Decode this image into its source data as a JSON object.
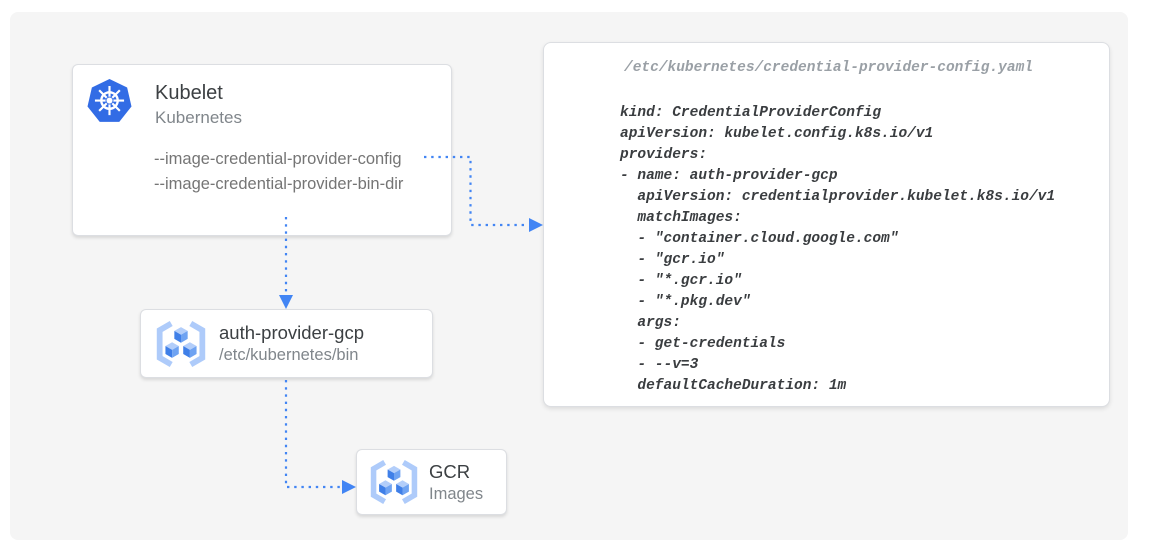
{
  "diagram": {
    "kubelet_card": {
      "title": "Kubelet",
      "subtitle": "Kubernetes",
      "flags": [
        "--image-credential-provider-config",
        "--image-credential-provider-bin-dir"
      ]
    },
    "auth_provider_card": {
      "title": "auth-provider-gcp",
      "subtitle": "/etc/kubernetes/bin"
    },
    "gcr_card": {
      "title": "GCR",
      "subtitle": "Images"
    },
    "code_panel": {
      "file_path": "/etc/kubernetes/credential-provider-config.yaml",
      "code": "kind: CredentialProviderConfig\napiVersion: kubelet.config.k8s.io/v1\nproviders:\n- name: auth-provider-gcp\n  apiVersion: credentialprovider.kubelet.k8s.io/v1\n  matchImages:\n  - \"container.cloud.google.com\"\n  - \"gcr.io\"\n  - \"*.gcr.io\"\n  - \"*.pkg.dev\"\n  args:\n  - get-credentials\n  - --v=3\n  defaultCacheDuration: 1m"
    },
    "icons": {
      "kubernetes_icon": "kubernetes-wheel-heptagon",
      "registry_icon": "gcp-container-registry-cubes"
    },
    "colors": {
      "arrow_blue": "#4285f4",
      "kubernetes_blue": "#326ce5",
      "bracket_light_blue": "#aecbfa",
      "cube_top": "#b3cefa",
      "cube_left": "#3f7fe8",
      "cube_right": "#6fa3f2",
      "panel_background": "#f5f5f5",
      "card_background": "#ffffff"
    }
  }
}
